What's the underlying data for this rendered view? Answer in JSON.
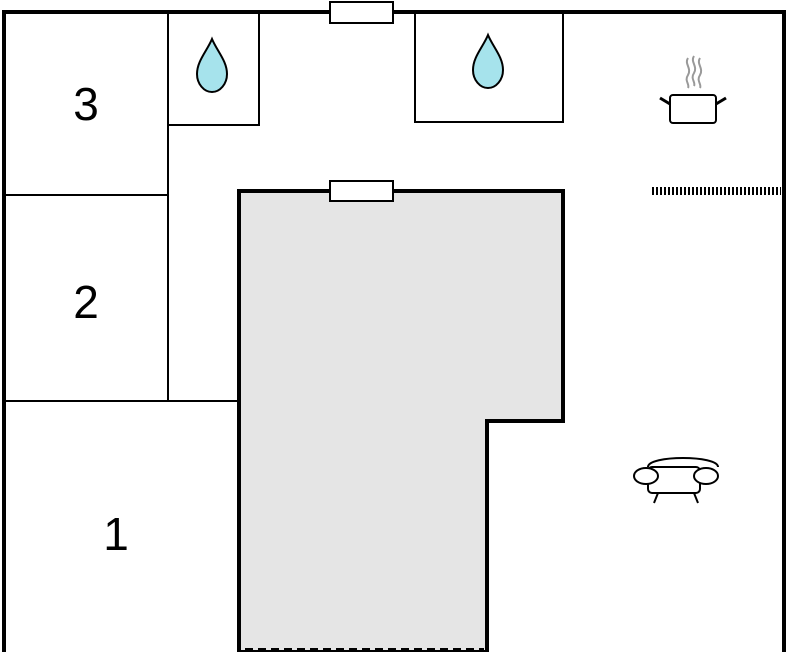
{
  "floorplan": {
    "rooms": [
      {
        "id": "bedroom-3",
        "label": "3"
      },
      {
        "id": "bedroom-2",
        "label": "2"
      },
      {
        "id": "bedroom-1",
        "label": "1"
      }
    ],
    "icons": {
      "bathroom_left": "water-drop-icon",
      "bathroom_right": "water-drop-icon",
      "kitchen": "cooking-pot-icon",
      "living": "sofa-icon"
    },
    "colors": {
      "wall": "#000000",
      "courtyard_fill": "#e5e5e5",
      "water_drop": "#a6e3ec",
      "steam": "#999999",
      "background": "#ffffff"
    }
  }
}
